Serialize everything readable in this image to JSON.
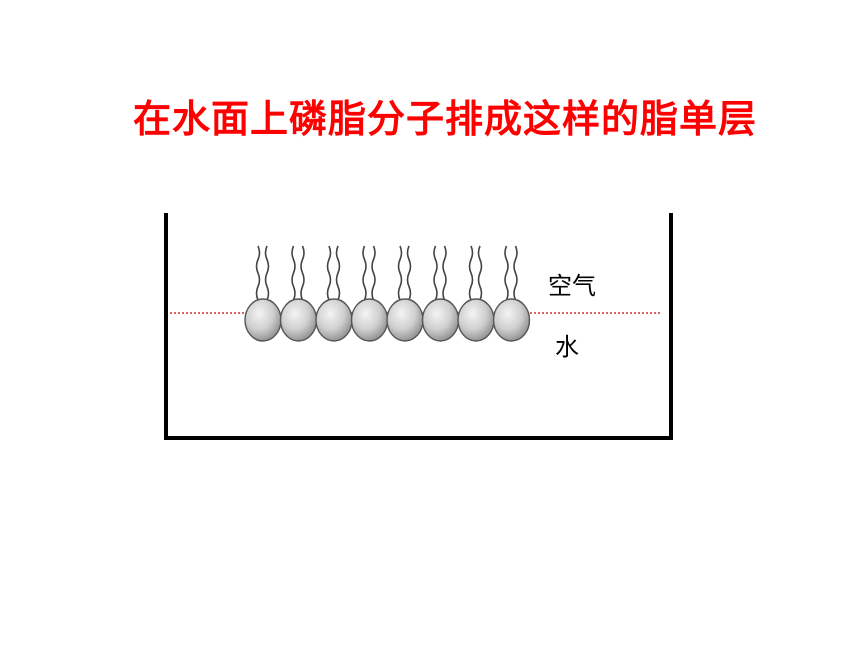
{
  "title": "在水面上磷脂分子排成这样的脂单层",
  "labels": {
    "air": "空气",
    "water": "水"
  },
  "colors": {
    "title": "#ff0000",
    "water_line": "#cc0000",
    "container": "#000000",
    "head_fill_light": "#f4f4f4",
    "head_fill_dark": "#8a8a8a"
  },
  "phospholipid_count": 8
}
